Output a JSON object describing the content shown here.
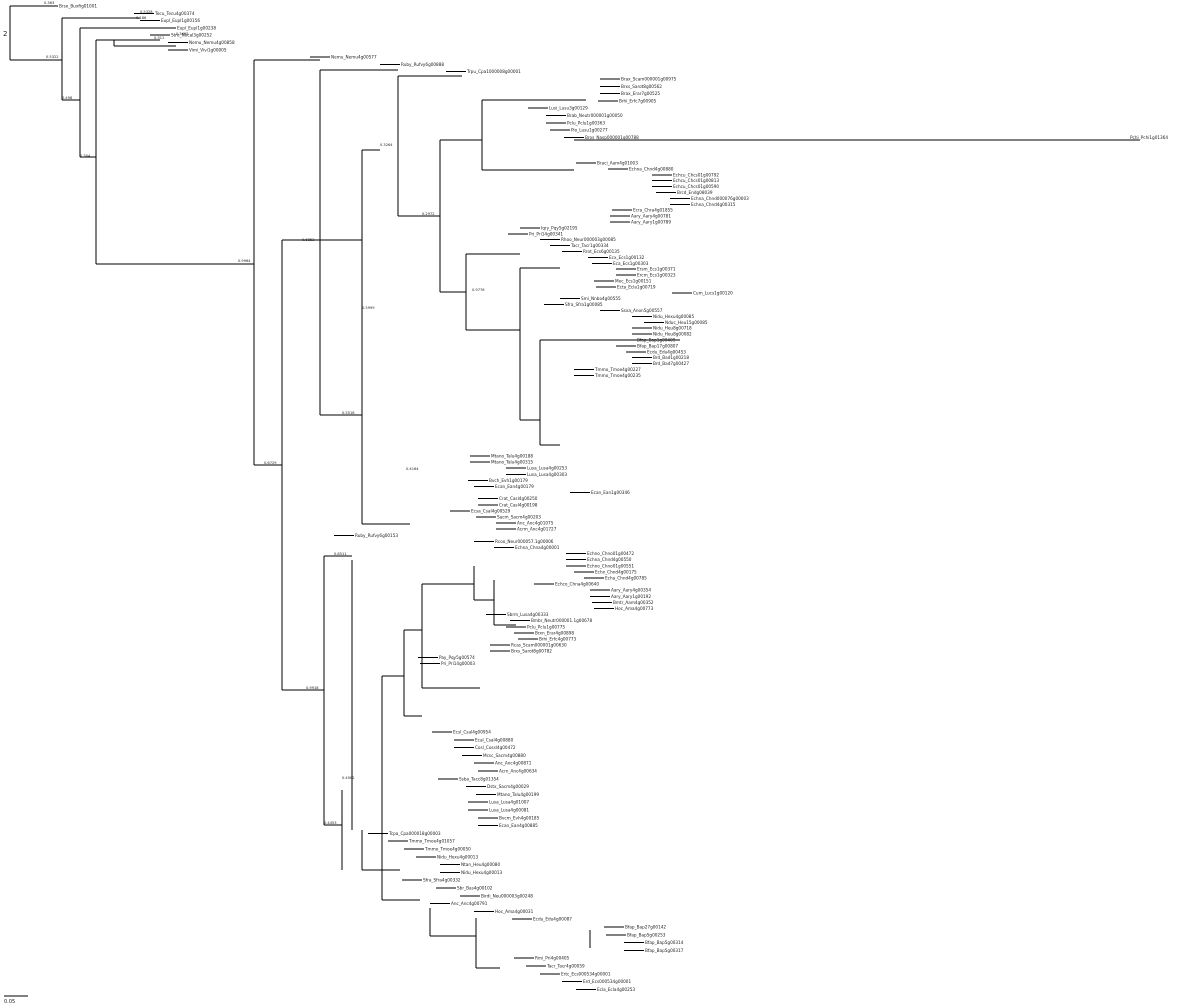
{
  "tree": {
    "root_marker": "2",
    "scale_label": "0.05",
    "long_branch_label": "Pchi_Pchi1g01364",
    "support_values": [
      "0.363",
      "0.5328",
      "0.186",
      "0.3495",
      "0.311",
      "0.5322",
      "0.498",
      "0.304",
      "0.9964",
      "0.6852",
      "0.6729",
      "0.5518",
      "0.2972",
      "0.3264",
      "0.5999",
      "0.4164",
      "0.8511",
      "0.9918",
      "0.4562",
      "0.4453",
      "0.9776"
    ],
    "leaves_top": [
      "Brso_Buxfig01001",
      "Tecu_Tecu4g00374",
      "Eupl_Eupl1g00156",
      "Eupl_Eupl1g00238",
      "Stro_Nocal3g00252",
      "Nemu_Nemu4g00858",
      "Vimi_Vivi1g00005",
      "Nemu_Nemu4g00577",
      "Ruby_Rufvy6g00888",
      "Trpu_Cpa1000008g00001",
      "Brax_Scam000001g00975",
      "Brxs_Sarot8g00562",
      "Brax_Erar7g00525",
      "Brhi_Erfc7g00905",
      "Lusi_Lusu3g00129",
      "Brab_Neutr000001g00050",
      "Pclu_Pclu1g00363",
      "Pio_Lusu1g00277",
      "Bros_Nasp000001g00788"
    ],
    "leaves_middle": [
      "Braci_Aam4g01003",
      "Echna_Chnd4g00880",
      "Echcu_Chcs01g00792",
      "Echcu_Chcs01g00813",
      "Echcu_Chcs01g00590",
      "Brcd_Endg08039",
      "Echna_Chnd000076g00003",
      "Echna_Chnd4g00315",
      "Ecra_Chra4g01855",
      "Aary_Aary4g00781",
      "Aary_Aary1g00789",
      "Iqry_Pqy5g02195",
      "Pri_Pri14g00341",
      "Rhoo_Neur000003g00085",
      "Tacr_Tacr1g00334",
      "Rrot_Ecs6g00135",
      "Ecx_Ecs1g00132",
      "Eca_Ecs1g00303",
      "Ersm_Ecs1g00371",
      "Ercm_Ecs1g00323",
      "Mec_Ecs1g00151",
      "Ecta_Ecla1g00719",
      "Cum_Lucs1g00120",
      "Smi_Nnbo4g00555",
      "Sfra_Sfra1g00085",
      "Ssxa_Anon5g00557",
      "Nidu_Hexu4g00085",
      "Nduc_Heu15g00085",
      "Nidu_Heu8g00718",
      "Nidu_Heu8g00082",
      "Bfap_Bap1g00409",
      "Bfap_Bap17g00807",
      "Ecdu_Edu4g00453",
      "Brd_Bad1g00218",
      "Brd_Bad7g00427",
      "Tmmo_Tmoe4g00227",
      "Tmmo_Tmoe4g00235"
    ],
    "leaves_lower": [
      "Mtano_Talu4g00188",
      "Mtano_Talu4g00315",
      "Lusa_Lusa4g00253",
      "Lusa_Lusa4g00303",
      "Bvch_Evh1g00179",
      "Ecan_Ean4g00179",
      "Ecan_Ean1g00346",
      "Crat_Casl4g00250",
      "Crat_Casl4g00198",
      "Ecsa_Csal4g00529",
      "Sacm_Sacm4g00203",
      "Anc_Anc4g01075",
      "Acrm_Anc4g01727",
      "Ruby_Rufvy6g00153",
      "Rcoo_Neur000057.1g00006",
      "Echna_Chna4g00001",
      "Echno_Chno01g00472",
      "Echna_Chnd4g00550",
      "Echno_Chno01g00551",
      "Echx_Chnd4g00175",
      "Echa_Chnd4g00785",
      "Echco_Chna4g00640",
      "Aary_Aary4g00354",
      "Aary_Aary1g00192",
      "Bmtr_Aam4g00352",
      "Hoc_Ama4g00773",
      "Sbrm_Lusa4g00333",
      "Bmbr_Neutr000001.1g00678",
      "Pclu_Pclu1g00775",
      "Brxn_Erar4g00898",
      "Brhi_Erfc4g00773",
      "Rcas_Scam000001g00630",
      "Brxs_Sarot8g00782",
      "Pay_Pqy5g00574",
      "Pri_Pri14g00003"
    ],
    "leaves_bottom": [
      "Ecsl_Csal4g00954",
      "Ecal_Csal4g00880",
      "Cosl_Cossl4g00472",
      "Mcsc_Sacm4g00880",
      "Anc_Anc4g00871",
      "Acrn_Anc4g00634",
      "Ssba_Tacc8g01354",
      "Dstx_Sacm4g00029",
      "Mtano_Talu4g00199",
      "Lusa_Lusa4g01007",
      "Lusa_Lusa4g00081",
      "Bvcm_Evh4g00185",
      "Ecan_Ean4g00885",
      "Tcpa_Cpa000018g00003",
      "Tmmo_Tmoe4g01057",
      "Tmmo_Tmoe4g00050",
      "Nidu_Hexu4g00013",
      "Ntan_Heu4g00080",
      "Nidu_Hexu4g00013",
      "Sfra_Sfra4g00332",
      "Sbr_Bas4g00102",
      "Birdi_Neu000003g00248",
      "Anc_Anc4g00791",
      "Hoc_Ama4g00031",
      "Ecdu_Edu4g00087",
      "Bfap_Bap27g00142",
      "Bfap_Bap5g00253",
      "Bfap_Bap5g00314",
      "Bfap_Bap5g00317",
      "Rmi_Pri4g00405",
      "Tacr_Tacr4g00059",
      "Ertc_Ecs000534g00001",
      "Erd_Ecs000534g00001",
      "Ecla_Ecla4g00253"
    ]
  }
}
